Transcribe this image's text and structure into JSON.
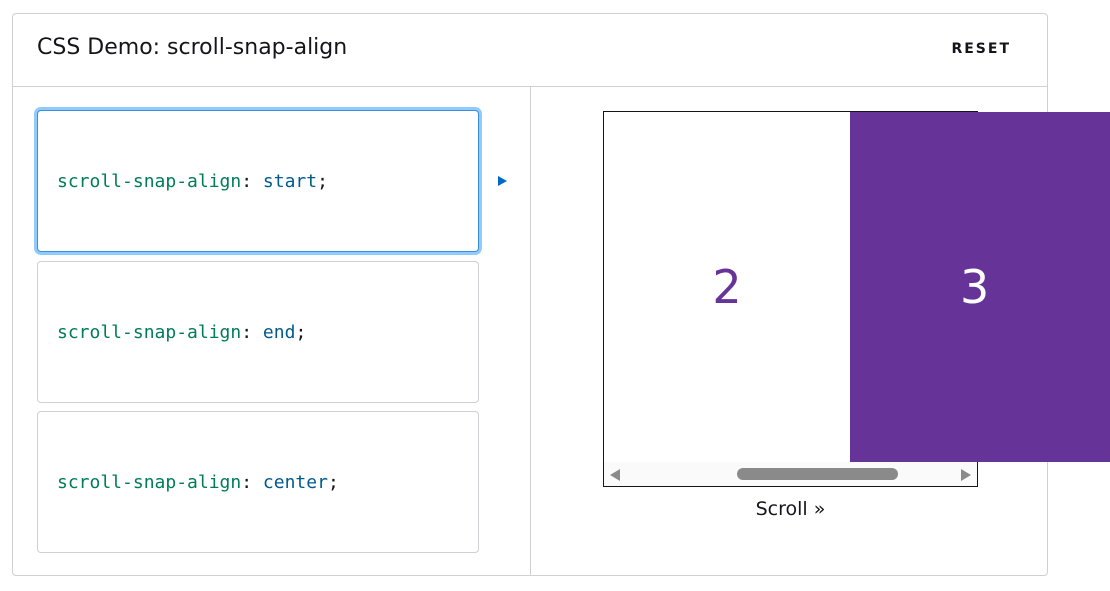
{
  "header": {
    "title": "CSS Demo: scroll-snap-align",
    "reset_label": "RESET"
  },
  "options": [
    {
      "property": "scroll-snap-align",
      "colon": ": ",
      "value": "start",
      "semicolon": ";",
      "selected": true
    },
    {
      "property": "scroll-snap-align",
      "colon": ": ",
      "value": "end",
      "semicolon": ";",
      "selected": false
    },
    {
      "property": "scroll-snap-align",
      "colon": ": ",
      "value": "center",
      "semicolon": ";",
      "selected": false
    }
  ],
  "output": {
    "panels": [
      "2",
      "3"
    ],
    "caption": "Scroll »",
    "panel_color": "#663399"
  },
  "colors": {
    "accent": "#0069c2",
    "selected_ring": "#8fcbff",
    "property": "#007c5a",
    "value": "#005a8c"
  }
}
